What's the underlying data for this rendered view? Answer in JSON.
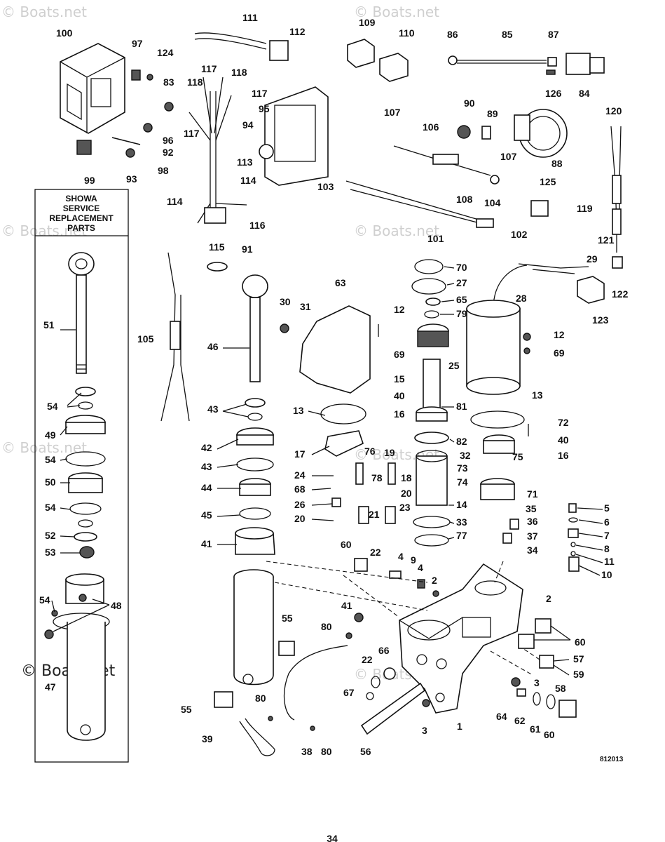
{
  "watermark": "© Boats.net",
  "showa_box": {
    "lines": [
      "SHOWA",
      "SERVICE",
      "REPLACEMENT",
      "PARTS"
    ]
  },
  "drawing_code": "812013",
  "page_number": "34",
  "callouts": {
    "c100": "100",
    "c97": "97",
    "c124": "124",
    "c83": "83",
    "c96": "96",
    "c92": "92",
    "c93": "93",
    "c98": "98",
    "c99": "99",
    "c111": "111",
    "c112": "112",
    "c117a": "117",
    "c118a": "118",
    "c118b": "118",
    "c117b": "117",
    "c117c": "117",
    "c95": "95",
    "c94": "94",
    "c113": "113",
    "c114a": "114",
    "c114b": "114",
    "c116": "116",
    "c115": "115",
    "c109": "109",
    "c110": "110",
    "c86": "86",
    "c85": "85",
    "c87": "87",
    "c126": "126",
    "c84": "84",
    "c107a": "107",
    "c90": "90",
    "c89": "89",
    "c106": "106",
    "c88": "88",
    "c107b": "107",
    "c103": "103",
    "c108": "108",
    "c125": "125",
    "c104": "104",
    "c101": "101",
    "c102": "102",
    "c120": "120",
    "c119": "119",
    "c121": "121",
    "c29": "29",
    "c122": "122",
    "c123": "123",
    "c51": "51",
    "c54a": "54",
    "c49": "49",
    "c54b": "54",
    "c50": "50",
    "c54c": "54",
    "c52": "52",
    "c53": "53",
    "c54d": "54",
    "c48": "48",
    "c47": "47",
    "c91": "91",
    "c105": "105",
    "c46": "46",
    "c43a": "43",
    "c42": "42",
    "c43b": "43",
    "c44": "44",
    "c45": "45",
    "c41": "41",
    "c63": "63",
    "c30": "30",
    "c31": "31",
    "c12a": "12",
    "c69a": "69",
    "c15": "15",
    "c40a": "40",
    "c16a": "16",
    "c13a": "13",
    "c17": "17",
    "c24": "24",
    "c68": "68",
    "c26": "26",
    "c20a": "20",
    "c76": "76",
    "c78": "78",
    "c19": "19",
    "c18": "18",
    "c20b": "20",
    "c21": "21",
    "c23": "23",
    "c22a": "22",
    "c60a": "60",
    "c4a": "4",
    "c4b": "4",
    "c9": "9",
    "c2a": "2",
    "c70": "70",
    "c27": "27",
    "c65": "65",
    "c79": "79",
    "c25": "25",
    "c81": "81",
    "c82": "82",
    "c14": "14",
    "c33": "33",
    "c77": "77",
    "c28": "28",
    "c12b": "12",
    "c69b": "69",
    "c13b": "13",
    "c72": "72",
    "c40b": "40",
    "c32": "32",
    "c75": "75",
    "c16b": "16",
    "c73": "73",
    "c74": "74",
    "c71": "71",
    "c35": "35",
    "c36": "36",
    "c37": "37",
    "c34": "34",
    "c5": "5",
    "c6": "6",
    "c7": "7",
    "c8": "8",
    "c11": "11",
    "c10": "10",
    "c2b": "2",
    "c41b": "41",
    "c55a": "55",
    "c80a": "80",
    "c66": "66",
    "c22b": "22",
    "c67": "67",
    "c60b": "60",
    "c57": "57",
    "c59": "59",
    "c58": "58",
    "c3a": "3",
    "c64": "64",
    "c62": "62",
    "c61": "61",
    "c60c": "60",
    "c3b": "3",
    "c1": "1",
    "c56": "56",
    "c55b": "55",
    "c80b": "80",
    "c39": "39",
    "c38": "38",
    "c80c": "80"
  }
}
